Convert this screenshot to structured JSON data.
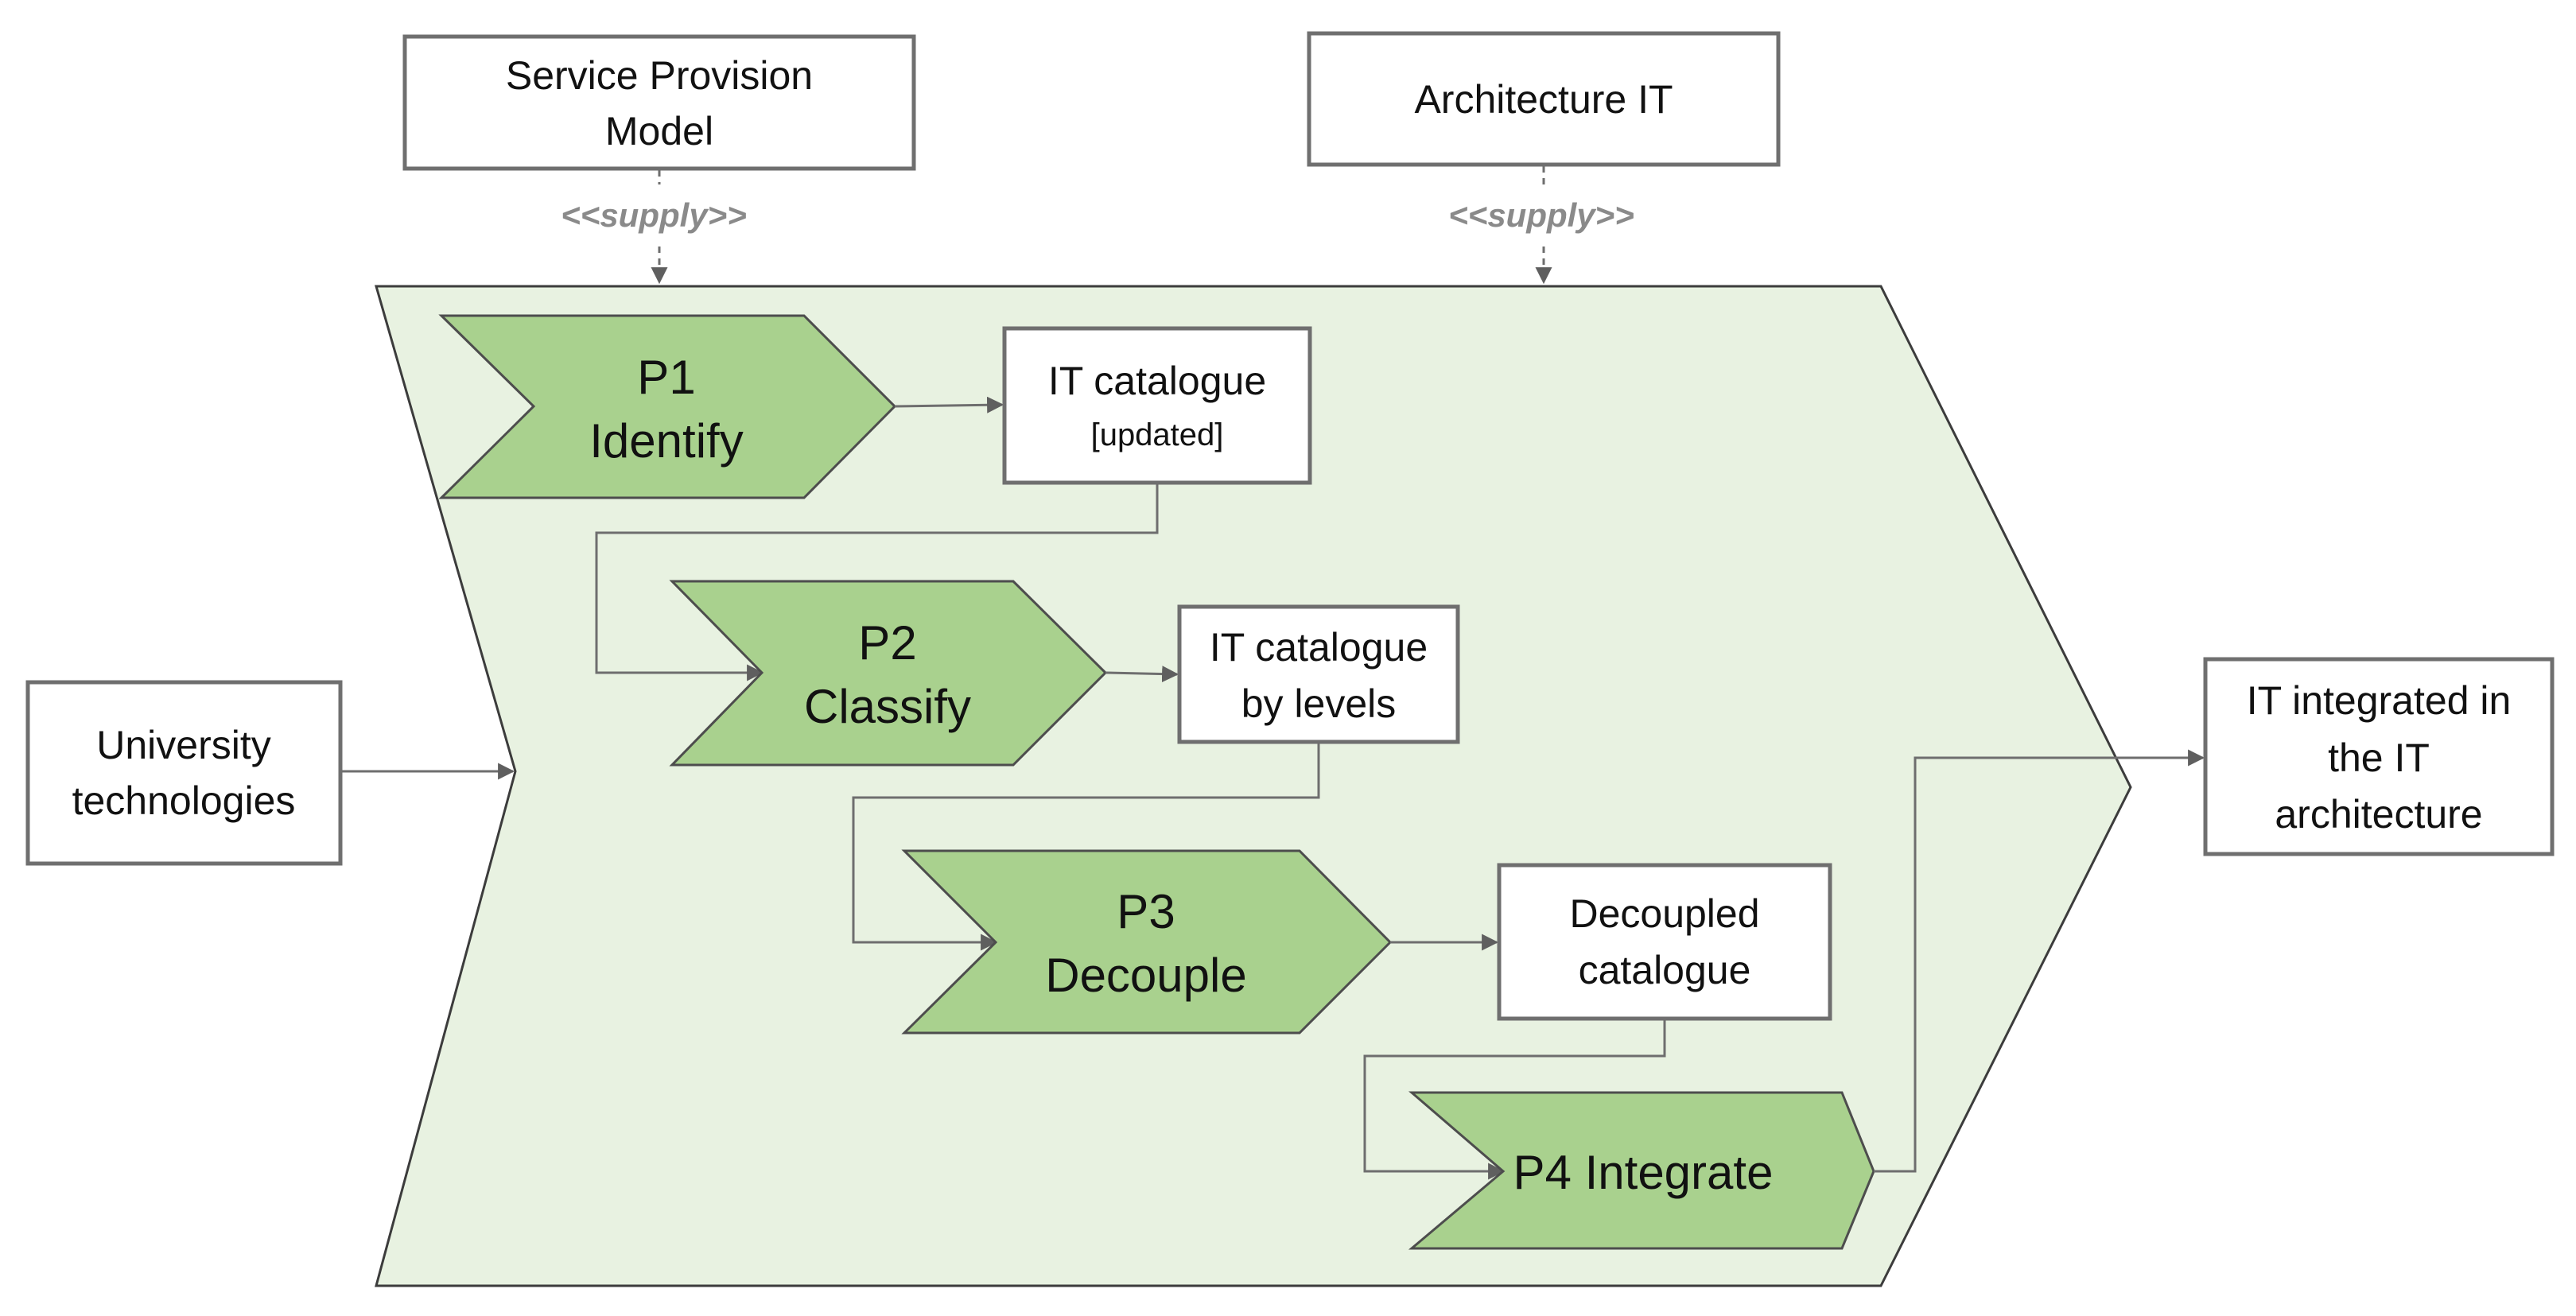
{
  "inputs": {
    "service_model": [
      "Service Provision",
      "Model"
    ],
    "architecture": [
      "Architecture IT"
    ],
    "supply_label": "<<supply>>",
    "university": [
      "University",
      "technologies"
    ]
  },
  "steps": [
    {
      "lines": [
        "P1",
        "Identify"
      ]
    },
    {
      "lines": [
        "P2",
        "Classify"
      ]
    },
    {
      "lines": [
        "P3",
        "Decouple"
      ]
    },
    {
      "lines": [
        "P4 Integrate"
      ]
    }
  ],
  "artifacts": {
    "catalogue_updated": {
      "title": "IT catalogue",
      "note": "[updated]"
    },
    "catalogue_levels": [
      "IT catalogue",
      "by levels"
    ],
    "decoupled": [
      "Decoupled",
      "catalogue"
    ]
  },
  "output": [
    "IT integrated in",
    "the IT",
    "architecture"
  ],
  "colors": {
    "container_fill": "#e8f2e1",
    "step_fill": "#a9d18e",
    "box_border": "#6f6f6f",
    "connector": "#6e6e6e"
  }
}
